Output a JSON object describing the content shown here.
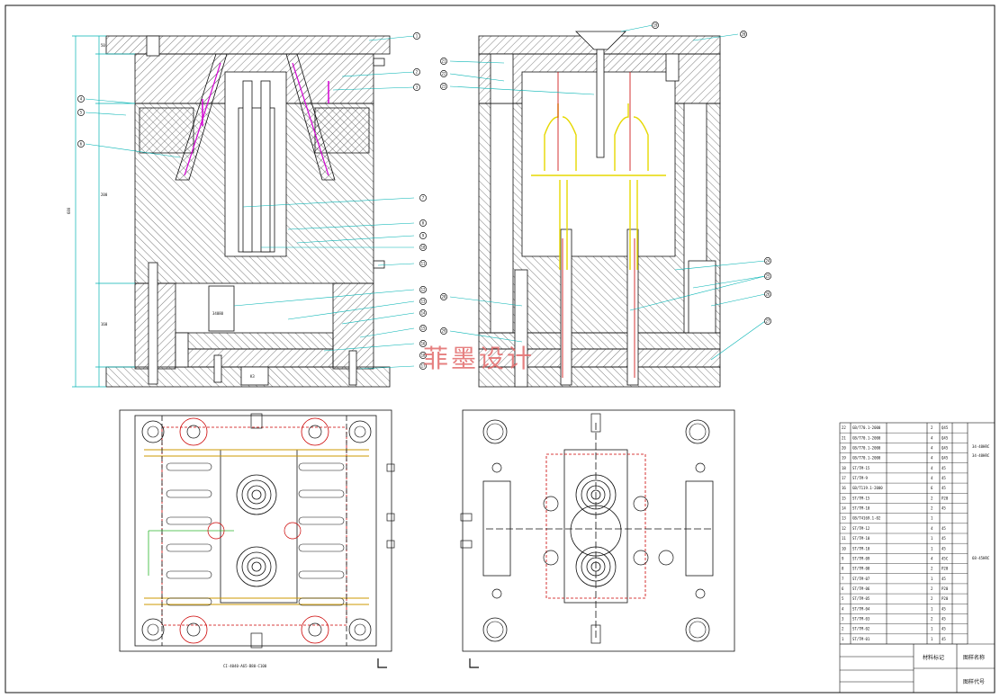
{
  "watermark": "菲墨设计",
  "title_block": {
    "material_header": "材料标记",
    "drawing_name_header": "图样名称",
    "drawing_code_header": "图样代号"
  },
  "plan_label_left": "CI-4040-A65-B80-C100",
  "section_labels": {
    "box_left": "34080",
    "box_bottom": "K3",
    "dim_top": "50",
    "dim_mid": "200",
    "dim_bottom": "160",
    "dim_total": "680"
  },
  "bom_right_notes": [
    "34-48HRC",
    "34-48HRC",
    "68-45HRC"
  ],
  "colors": {
    "line": "#111111",
    "dimension": "#00b3b3",
    "highlight": "#ffff00",
    "hole": "#cc0000",
    "slider_magenta": "#d400d4",
    "watermark": "#e26a6a"
  },
  "bom_rows": [
    {
      "no": "22",
      "code": "GB/T70.1-2000",
      "qty": "2",
      "mat": "Q45"
    },
    {
      "no": "21",
      "code": "GB/T70.1-2000",
      "qty": "4",
      "mat": "Q45"
    },
    {
      "no": "20",
      "code": "GB/T70.1-2000",
      "qty": "4",
      "mat": "Q45"
    },
    {
      "no": "19",
      "code": "GB/T70.1-2000",
      "qty": "4",
      "mat": "Q45"
    },
    {
      "no": "18",
      "code": "ST/TM-15",
      "qty": "4",
      "mat": "45"
    },
    {
      "no": "17",
      "code": "ST/TM-9",
      "qty": "4",
      "mat": "45"
    },
    {
      "no": "16",
      "code": "GB/T119.1-2000",
      "qty": "6",
      "mat": "45"
    },
    {
      "no": "15",
      "code": "ST/TM-15",
      "qty": "2",
      "mat": "P20"
    },
    {
      "no": "14",
      "code": "ST/TM-10",
      "qty": "2",
      "mat": "45"
    },
    {
      "no": "13",
      "code": "GB/T4169.1-02",
      "qty": "1",
      "mat": ""
    },
    {
      "no": "12",
      "code": "ST/TM-12",
      "qty": "4",
      "mat": "45"
    },
    {
      "no": "11",
      "code": "ST/TM-10",
      "qty": "1",
      "mat": "45"
    },
    {
      "no": "10",
      "code": "ST/TM-10",
      "qty": "1",
      "mat": "45"
    },
    {
      "no": "9",
      "code": "ST/TM-09",
      "qty": "4",
      "mat": "45C"
    },
    {
      "no": "8",
      "code": "ST/TM-08",
      "qty": "2",
      "mat": "P20"
    },
    {
      "no": "7",
      "code": "ST/TM-07",
      "qty": "1",
      "mat": "45"
    },
    {
      "no": "6",
      "code": "ST/TM-06",
      "qty": "2",
      "mat": "P20"
    },
    {
      "no": "5",
      "code": "ST/TM-05",
      "qty": "2",
      "mat": "P20"
    },
    {
      "no": "4",
      "code": "ST/TM-04",
      "qty": "1",
      "mat": "45"
    },
    {
      "no": "3",
      "code": "ST/TM-03",
      "qty": "2",
      "mat": "45"
    },
    {
      "no": "2",
      "code": "ST/TM-02",
      "qty": "1",
      "mat": "45"
    },
    {
      "no": "1",
      "code": "ST/TM-01",
      "qty": "1",
      "mat": "45"
    }
  ],
  "balloons_left": [
    "1",
    "2",
    "3",
    "4",
    "5",
    "6",
    "7",
    "8",
    "9",
    "10",
    "11",
    "12",
    "13",
    "14",
    "15",
    "16",
    "17",
    "18"
  ],
  "balloons_right": [
    "19",
    "20",
    "21",
    "22",
    "23",
    "24",
    "25",
    "26",
    "27",
    "28",
    "29"
  ]
}
